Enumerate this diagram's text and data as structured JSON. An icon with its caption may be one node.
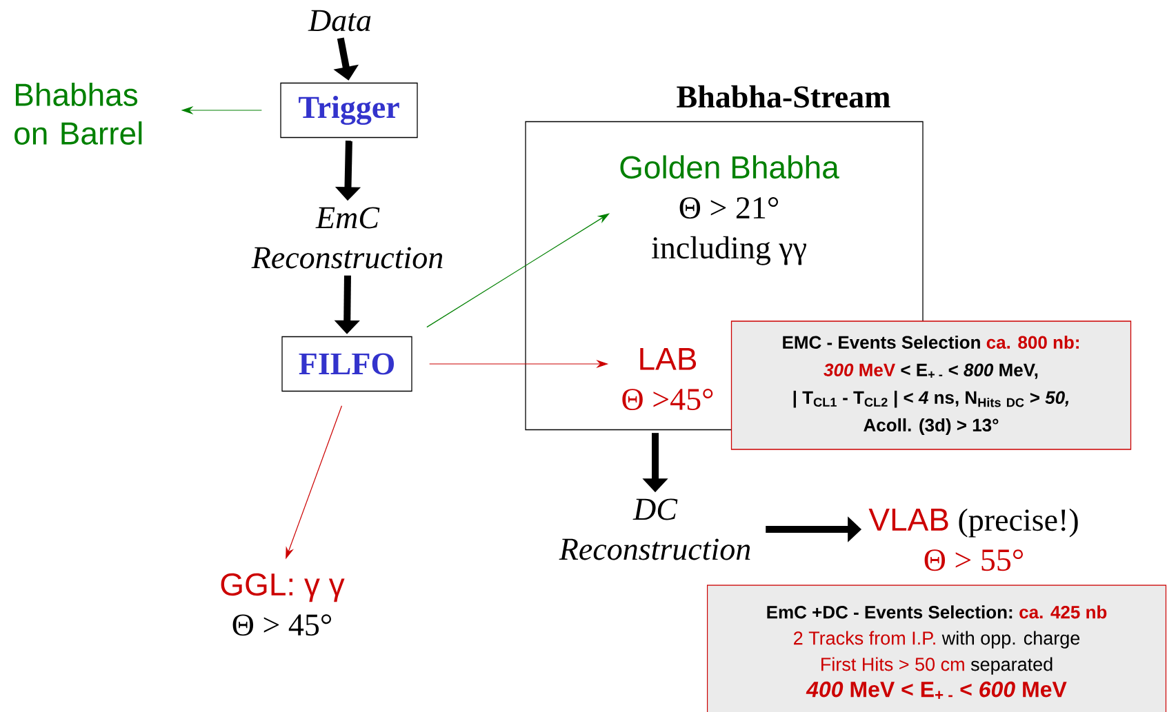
{
  "diagram": {
    "nodes": [
      {
        "text": [
          "Data"
        ]
      },
      {
        "text": [
          "Trigger"
        ]
      },
      {
        "text": [
          "Bhabhas on Barrel"
        ]
      },
      {
        "text": [
          "EmC Reconstruction"
        ]
      },
      {
        "text": [
          "FILFO"
        ]
      },
      {
        "text": [
          "Bhabha-Stream"
        ]
      },
      {
        "text": [
          "Golden Bhabha",
          "Θ > 21°",
          "including γγ"
        ],
        "in": 5
      },
      {
        "text": [
          "LAB",
          "Θ >45°"
        ],
        "in": 5
      },
      {
        "text": [
          "EMC - Events Selection",
          "ca. 800 nb:",
          "*300* MeV",
          "< E$_{+ -}$ < *800* MeV,",
          "| T$_{CL1}$ - T$_{CL2}$ | < *4* ns,",
          "\\mathbf{N}_{\\mathbf{Hits\\ DC}}",
          "> *50,*",
          "Acoll. (3d) > 13°"
        ]
      },
      {
        "text": [
          "DC Reconstruction"
        ]
      },
      {
        "text": [
          "VLAB",
          "(precise!)",
          "Θ > 55°"
        ]
      },
      {
        "text": [
          "EmC +DC - Events Selection:",
          "ca. 425 nb",
          "2 Tracks from I.P.",
          "with opp. charge",
          "First Hits > 50 cm",
          "separated",
          "*400* MeV < E$_{+ -}$ < *600* MeV"
        ]
      },
      {
        "text": [
          "GGL: γ γ",
          "Θ > 45°"
        ]
      }
    ],
    "edges": [
      {
        "from": 0,
        "to": 1,
        "arrow": "to"
      },
      {
        "from": 1,
        "to": 2,
        "arrow": "to",
        "color": "#008000"
      },
      {
        "from": 1,
        "to": 3,
        "arrow": "to"
      },
      {
        "from": 3,
        "to": 4,
        "arrow": "to"
      },
      {
        "from": 4,
        "to": 6,
        "arrow": "to",
        "color": "#008000"
      },
      {
        "from": 4,
        "to": 7,
        "arrow": "to",
        "color": "#cc0000"
      },
      {
        "from": 4,
        "to": 12,
        "arrow": "to",
        "color": "#cc0000"
      },
      {
        "from": 5,
        "to": 9,
        "arrow": "to"
      },
      {
        "from": 9,
        "to": 10,
        "arrow": "to"
      }
    ]
  }
}
